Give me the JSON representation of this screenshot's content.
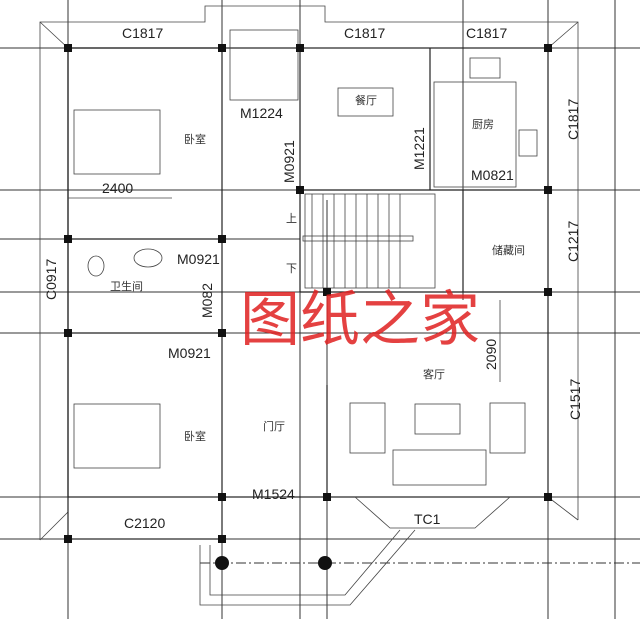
{
  "windows": {
    "c1817_a": "C1817",
    "c1817_b": "C1817",
    "c1817_c": "C1817",
    "c1817_right": "C1817",
    "c1217": "C1217",
    "c1517": "C1517",
    "c0917": "C0917",
    "c2120": "C2120",
    "tc1": "TC1"
  },
  "doors": {
    "m1224": "M1224",
    "m0921_hall": "M0921",
    "m1221": "M1221",
    "m0821": "M0821",
    "m0921_bed1": "M0921",
    "m082_bath": "M082",
    "m0921_bed2": "M0921",
    "m1524": "M1524"
  },
  "dimensions": {
    "bed1_width": "2400",
    "living_depth": "2090"
  },
  "rooms": {
    "bedroom_top": "卧室",
    "dining": "餐厅",
    "kitchen": "厨房",
    "storage": "储藏间",
    "bathroom": "卫生间",
    "living": "客厅",
    "bedroom_bottom": "卧室",
    "foyer": "门厅"
  },
  "stairs": {
    "up": "上",
    "down": "下"
  },
  "watermark": "图纸之家"
}
